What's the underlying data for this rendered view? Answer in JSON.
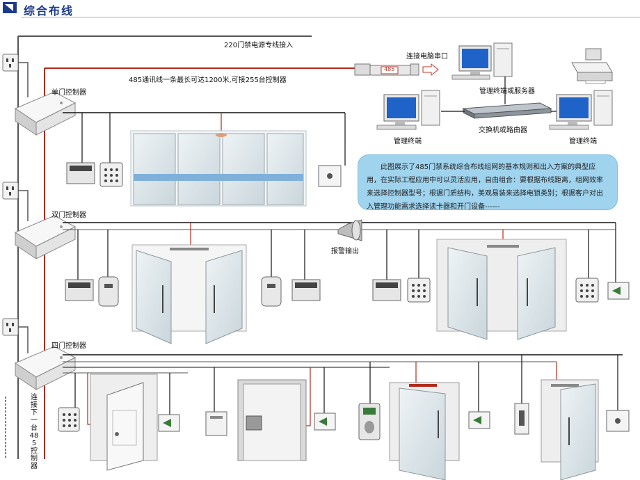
{
  "header": {
    "title": "综合布线",
    "logo_icon": "arrow-logo-icon"
  },
  "labels": {
    "power_line": "220门禁电源专线接入",
    "rs485_line": "485通讯线一条最长可达1200米,可接255台控制器",
    "pc_serial": "连接电脑串口",
    "converter": "485",
    "mgmt_server": "管理终端或服务器",
    "switch": "交换机或路由器",
    "terminal_left": "管理终端",
    "terminal_right": "管理终端",
    "ctrl_single": "单门控制器",
    "ctrl_double": "双门控制器",
    "ctrl_four": "四门控制器",
    "alarm_output": "报警输出",
    "next_controller": "连接下一台485控制器"
  },
  "note": "此图展示了485门禁系统综合布线组网的基本规则和出入方案的典型应用，在实际工程应用中可以灵活应用，自由组合：要根据布线距离，组网效率来选择控制器型号；根据门质结构，美观易装来选择电锁类别；根据客户对出入管理功能需求选择读卡器和开门设备------",
  "colors": {
    "title": "#1b3a8c",
    "power_cable": "#555555",
    "rs485_cable": "#b22a1a",
    "note_bg": "#9fd3ee",
    "glass": "#dbe6ea"
  }
}
